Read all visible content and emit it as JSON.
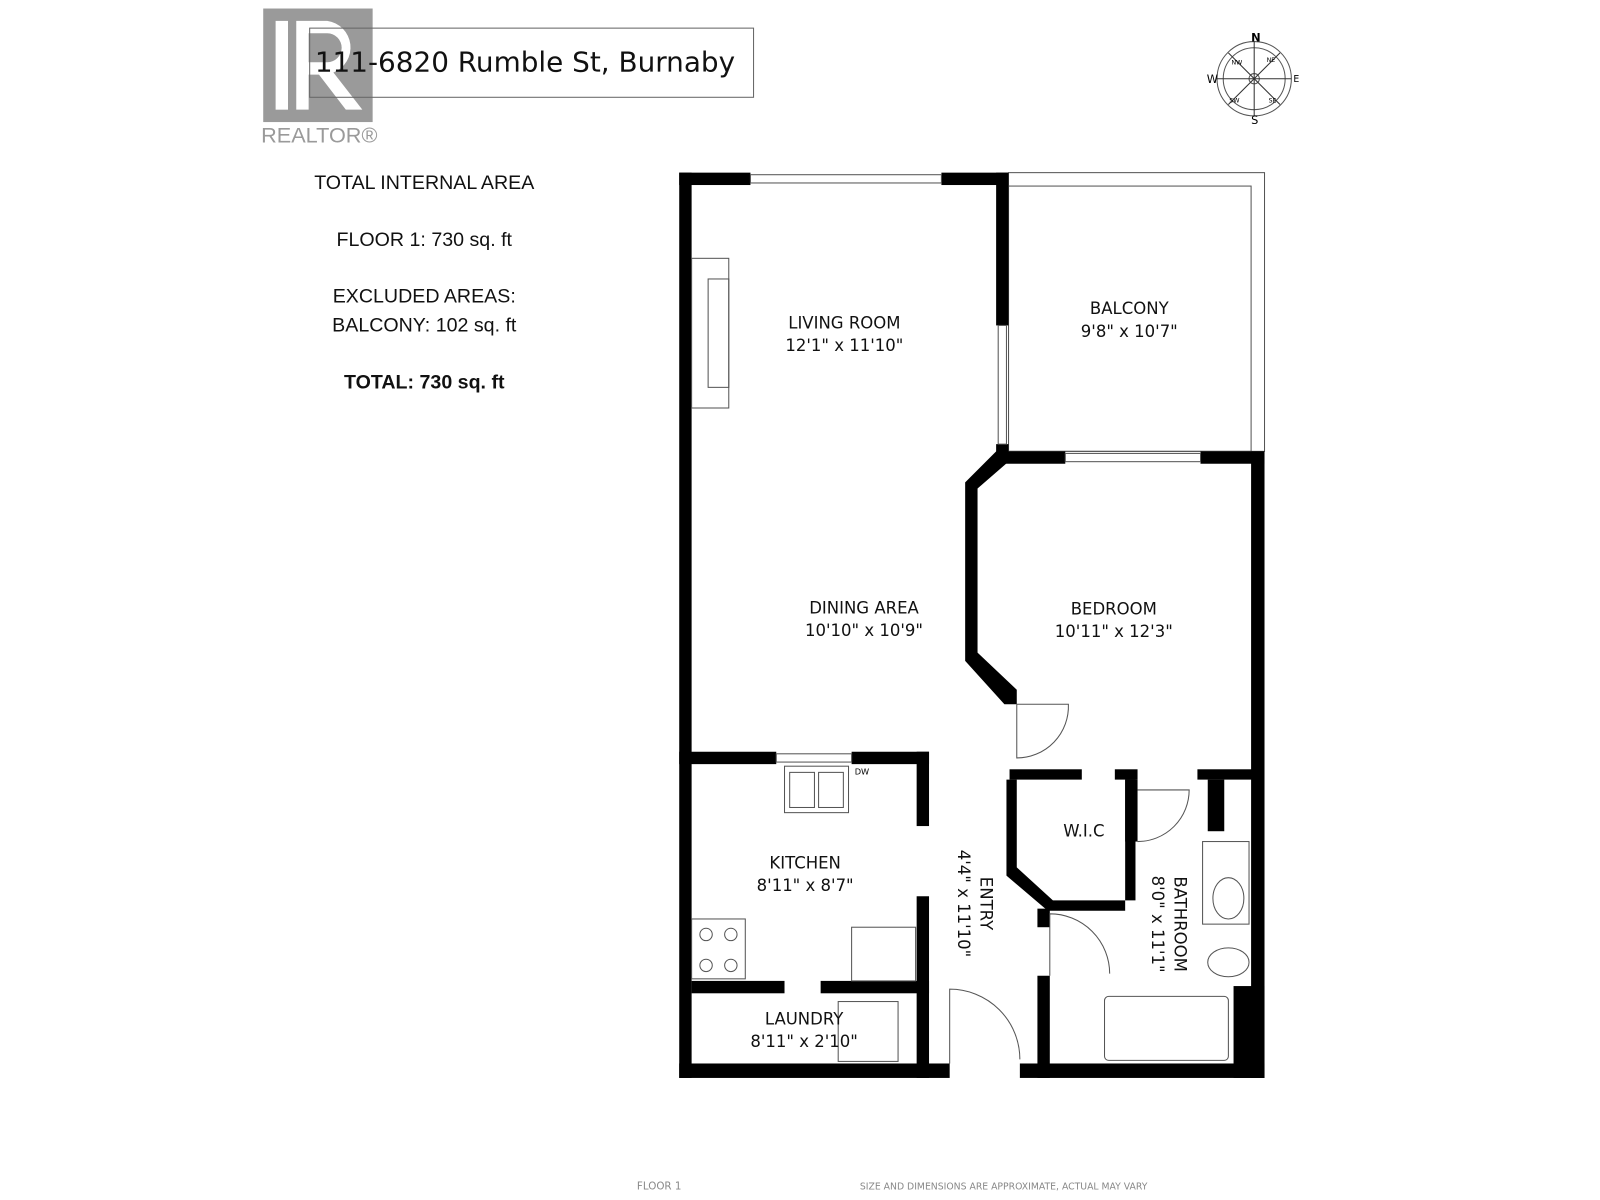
{
  "header": {
    "address": "111-6820 Rumble St, Burnaby",
    "logo_text": "REALTOR®"
  },
  "compass": {
    "labels": [
      "N",
      "NE",
      "E",
      "SE",
      "S",
      "SW",
      "W",
      "NW"
    ]
  },
  "area_summary": {
    "heading": "TOTAL INTERNAL AREA",
    "floor_line": "FLOOR 1: 730 sq. ft",
    "excluded_heading": "EXCLUDED AREAS:",
    "balcony_line": "BALCONY: 102 sq. ft",
    "total_line": "TOTAL: 730 sq. ft"
  },
  "rooms": {
    "living": {
      "name": "LIVING ROOM",
      "dims": "12'1\" x 11'10\""
    },
    "balcony": {
      "name": "BALCONY",
      "dims": "9'8\" x 10'7\""
    },
    "dining": {
      "name": "DINING AREA",
      "dims": "10'10\" x 10'9\""
    },
    "bedroom": {
      "name": "BEDROOM",
      "dims": "10'11\" x 12'3\""
    },
    "kitchen": {
      "name": "KITCHEN",
      "dims": "8'11\" x 8'7\""
    },
    "entry": {
      "name": "ENTRY",
      "dims": "4'4\" x 11'10\""
    },
    "wic": {
      "name": "W.I.C"
    },
    "bathroom": {
      "name": "BATHROOM",
      "dims": "8'0\" x 11'1\""
    },
    "laundry": {
      "name": "LAUNDRY",
      "dims": "8'11\" x 2'10\""
    }
  },
  "fixtures": {
    "dishwasher": "DW"
  },
  "footer": {
    "floor_label": "FLOOR 1",
    "disclaimer": "SIZE AND DIMENSIONS ARE APPROXIMATE, ACTUAL MAY VARY"
  }
}
